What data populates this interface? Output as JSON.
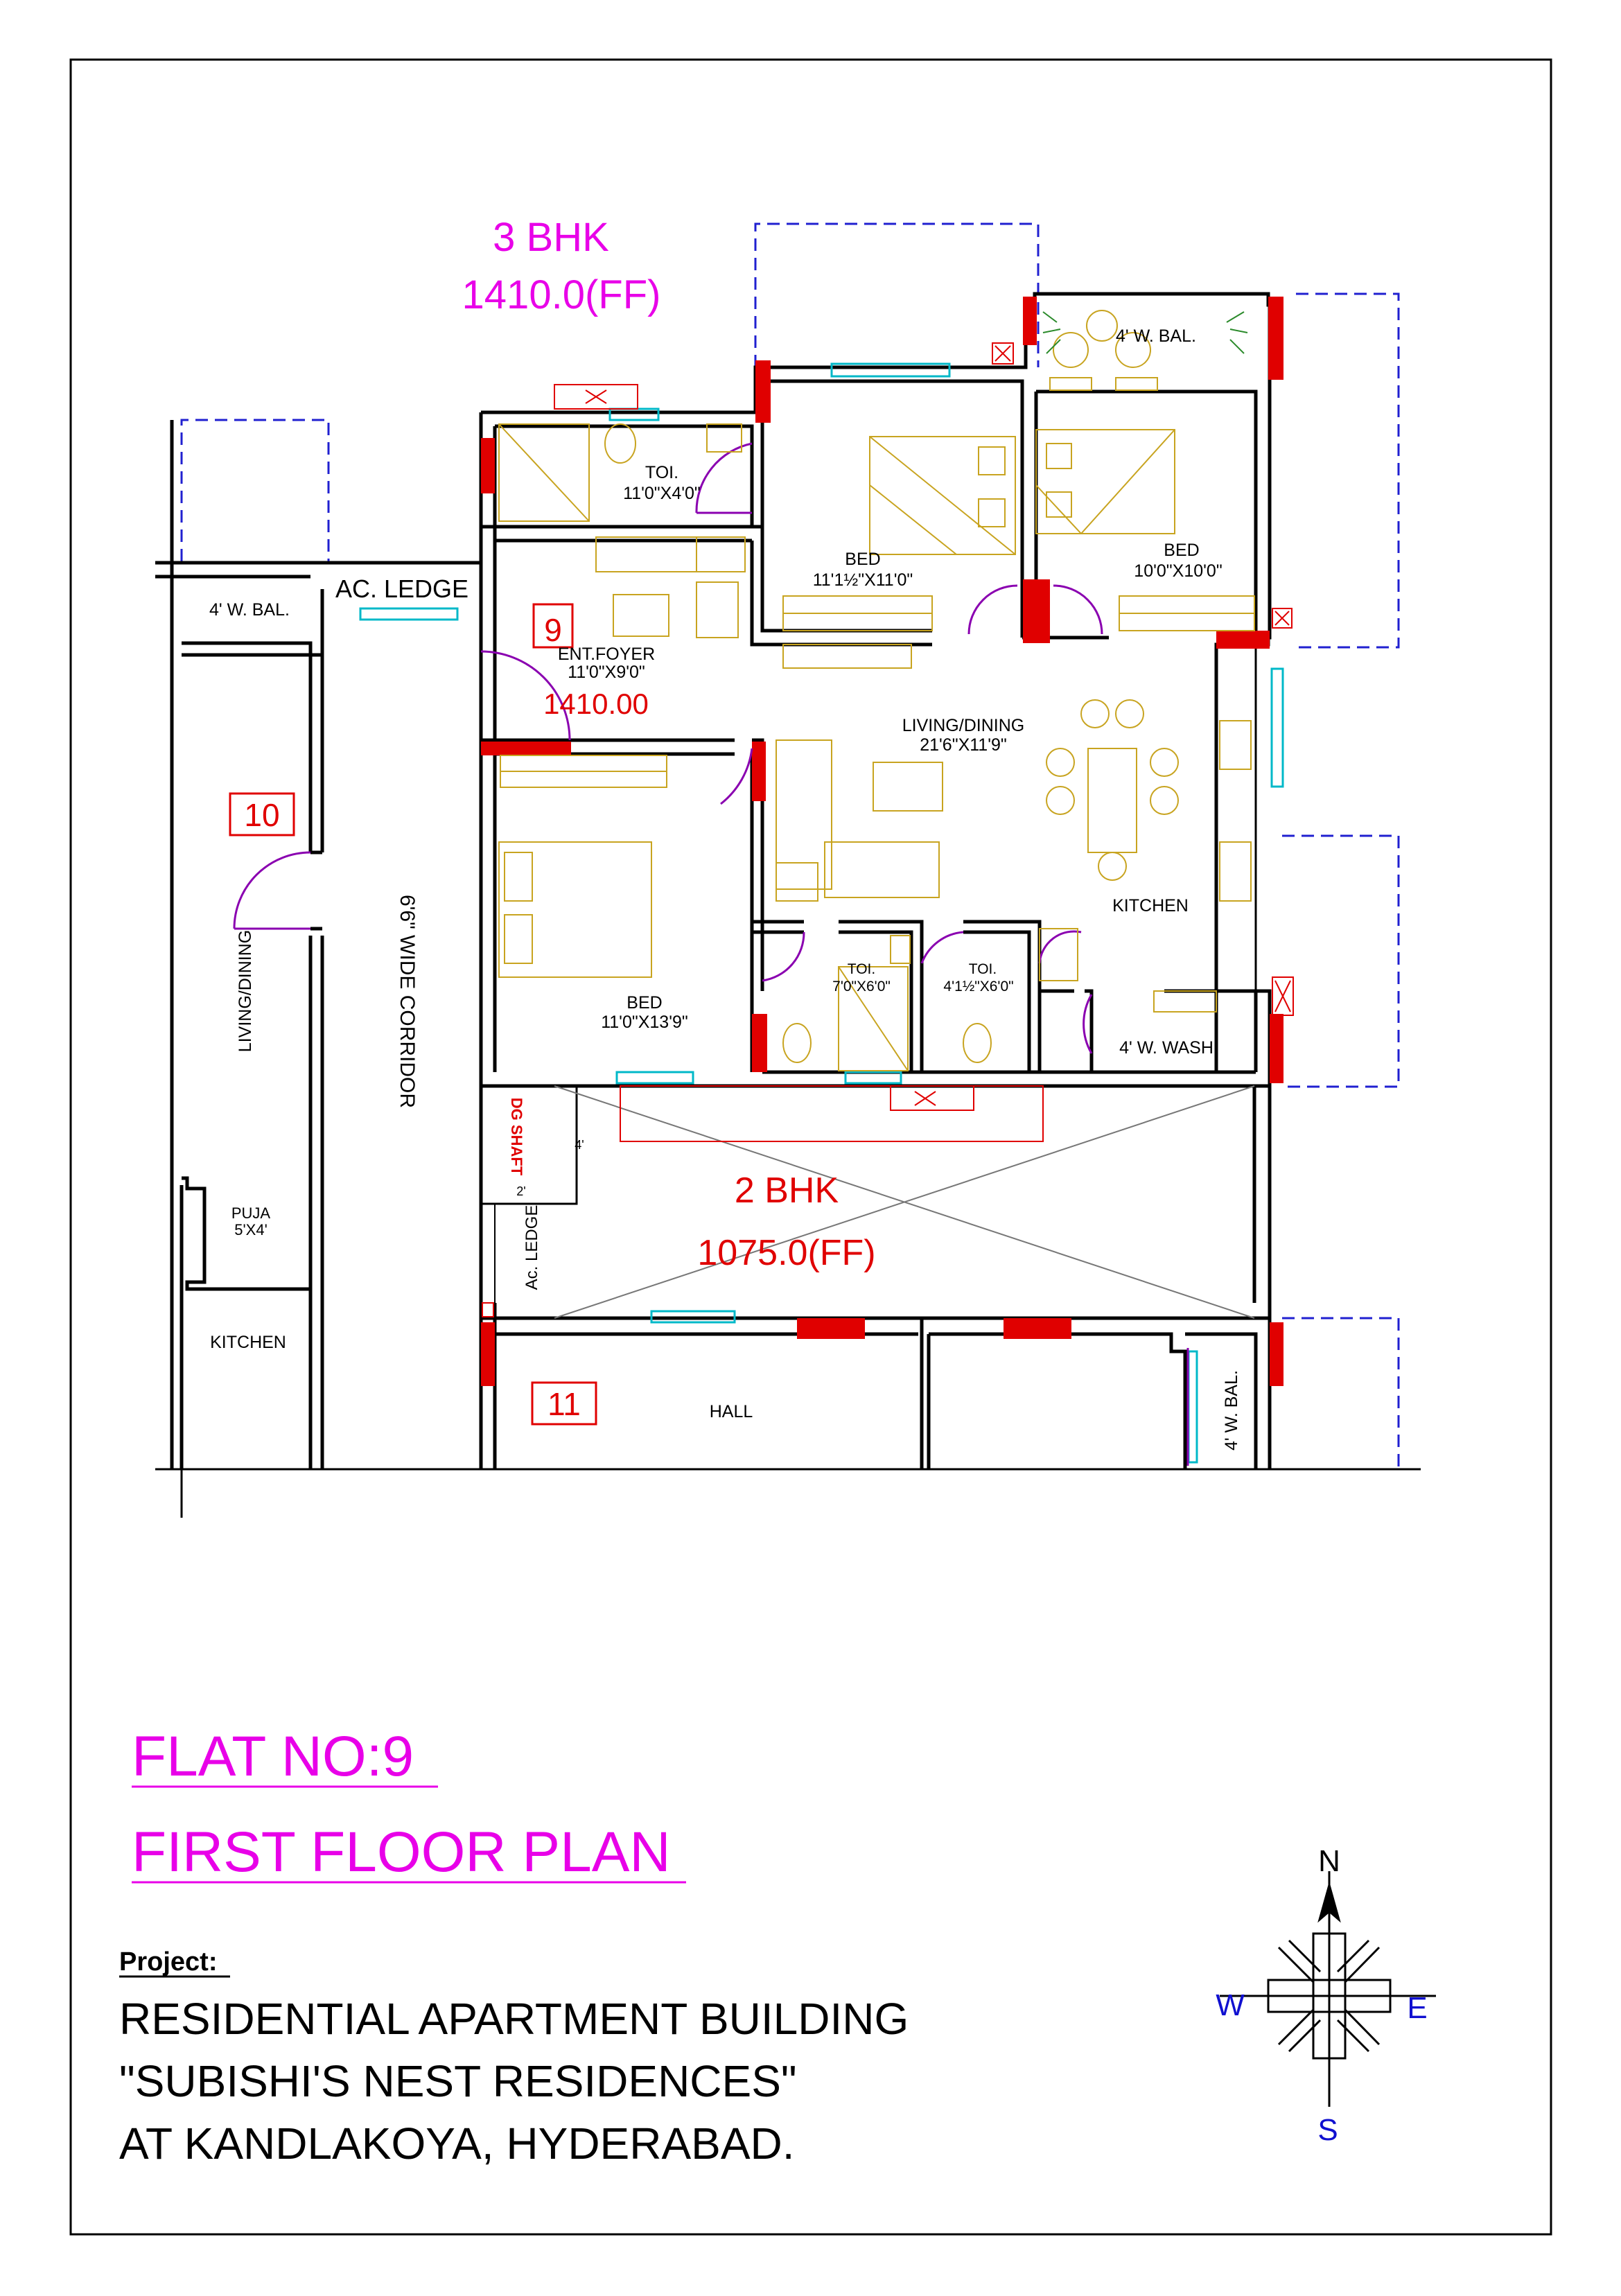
{
  "unit_3bhk": {
    "type": "3 BHK",
    "area": "1410.0(FF)"
  },
  "unit_2bhk": {
    "type": "2 BHK",
    "area": "1075.0(FF)"
  },
  "flat_numbers": {
    "nine": "9",
    "ten": "10",
    "eleven": "11",
    "area_9": "1410.00"
  },
  "rooms": {
    "toi_top": {
      "name": "TOI.",
      "size": "11'0\"X4'0\""
    },
    "bed_1": {
      "name": "BED",
      "size": "11'1½\"X11'0\""
    },
    "bed_2": {
      "name": "BED",
      "size": "10'0\"X10'0\""
    },
    "bal_top": {
      "name": "4' W. BAL."
    },
    "ent_foyer": {
      "name": "ENT.FOYER",
      "size": "11'0\"X9'0\""
    },
    "living_dining": {
      "name": "LIVING/DINING",
      "size": "21'6\"X11'9\""
    },
    "kitchen": {
      "name": "KITCHEN"
    },
    "bed_3": {
      "name": "BED",
      "size": "11'0\"X13'9\""
    },
    "toi_mid": {
      "name": "TOI.",
      "size": "7'0\"X6'0\""
    },
    "toi_small": {
      "name": "TOI.",
      "size": "4'1½\"X6'0\""
    },
    "wash": {
      "name": "4' W. WASH"
    },
    "ac_ledge": {
      "name": "AC. LEDGE"
    },
    "bal_left": {
      "name": "4' W. BAL."
    },
    "corridor": {
      "name": "6'6\" WIDE CORRIDOR"
    },
    "living_left": {
      "name": "LIVING/DINING"
    },
    "puja": {
      "name": "PUJA",
      "size": "5'X4'"
    },
    "kitchen_left": {
      "name": "KITCHEN"
    },
    "dg_shaft": {
      "name": "DG SHAFT"
    },
    "shaft_dim_a": {
      "name": "4'"
    },
    "shaft_dim_b": {
      "name": "2'"
    },
    "ac_ledge_small": {
      "name": "Ac. LEDGE"
    },
    "hall": {
      "name": "HALL"
    },
    "bal_right": {
      "name": "4' W. BAL."
    }
  },
  "titles": {
    "flat": "FLAT NO:9",
    "plan": "FIRST FLOOR PLAN"
  },
  "project": {
    "label": "Project:",
    "line1": "RESIDENTIAL APARTMENT BUILDING",
    "line2": "\"SUBISHI'S NEST RESIDENCES\"",
    "line3": "AT KANDLAKOYA, HYDERABAD."
  },
  "compass": {
    "n": "N",
    "s": "S",
    "e": "E",
    "w": "W"
  },
  "colors": {
    "magenta": "#e800e8",
    "red": "#e00000",
    "blue": "#1010d0",
    "furniture": "#c8a420",
    "cyan": "#00b8c8"
  },
  "icons": [
    "north-arrow-compass-icon"
  ]
}
